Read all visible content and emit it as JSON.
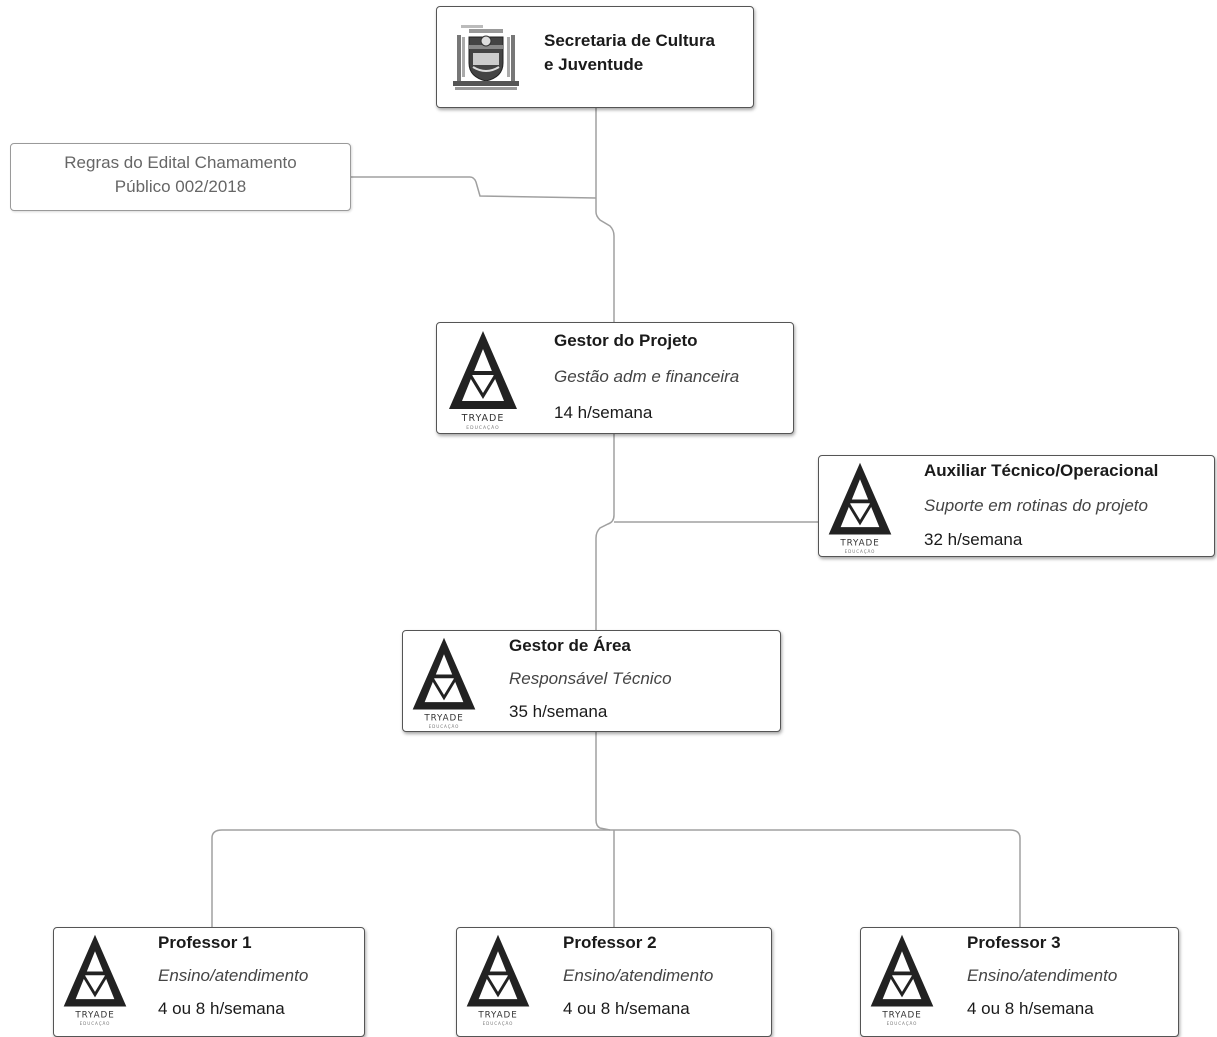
{
  "secretaria": {
    "title": "Secretaria de Cultura\ne Juventude"
  },
  "rules": {
    "line1": "Regras do Edital Chamamento",
    "line2": "Público 002/2018"
  },
  "tryade_logo": {
    "word": "TRYADE",
    "sub": "EDUCAÇÃO"
  },
  "gestor_projeto": {
    "title": "Gestor do Projeto",
    "subtitle": "Gestão adm e financeira",
    "hours": "14 h/semana"
  },
  "auxiliar": {
    "title": "Auxiliar Técnico/Operacional",
    "subtitle": "Suporte em rotinas do projeto",
    "hours": "32 h/semana"
  },
  "gestor_area": {
    "title": "Gestor de Área",
    "subtitle": "Responsável Técnico",
    "hours": "35 h/semana"
  },
  "professors": [
    {
      "title": "Professor 1",
      "subtitle": "Ensino/atendimento",
      "hours": "4 ou 8 h/semana"
    },
    {
      "title": "Professor 2",
      "subtitle": "Ensino/atendimento",
      "hours": "4 ou 8 h/semana"
    },
    {
      "title": "Professor 3",
      "subtitle": "Ensino/atendimento",
      "hours": "4 ou 8 h/semana"
    }
  ],
  "colors": {
    "connector": "#9c9c9c",
    "border": "#555555",
    "text": "#1a1a1a"
  }
}
